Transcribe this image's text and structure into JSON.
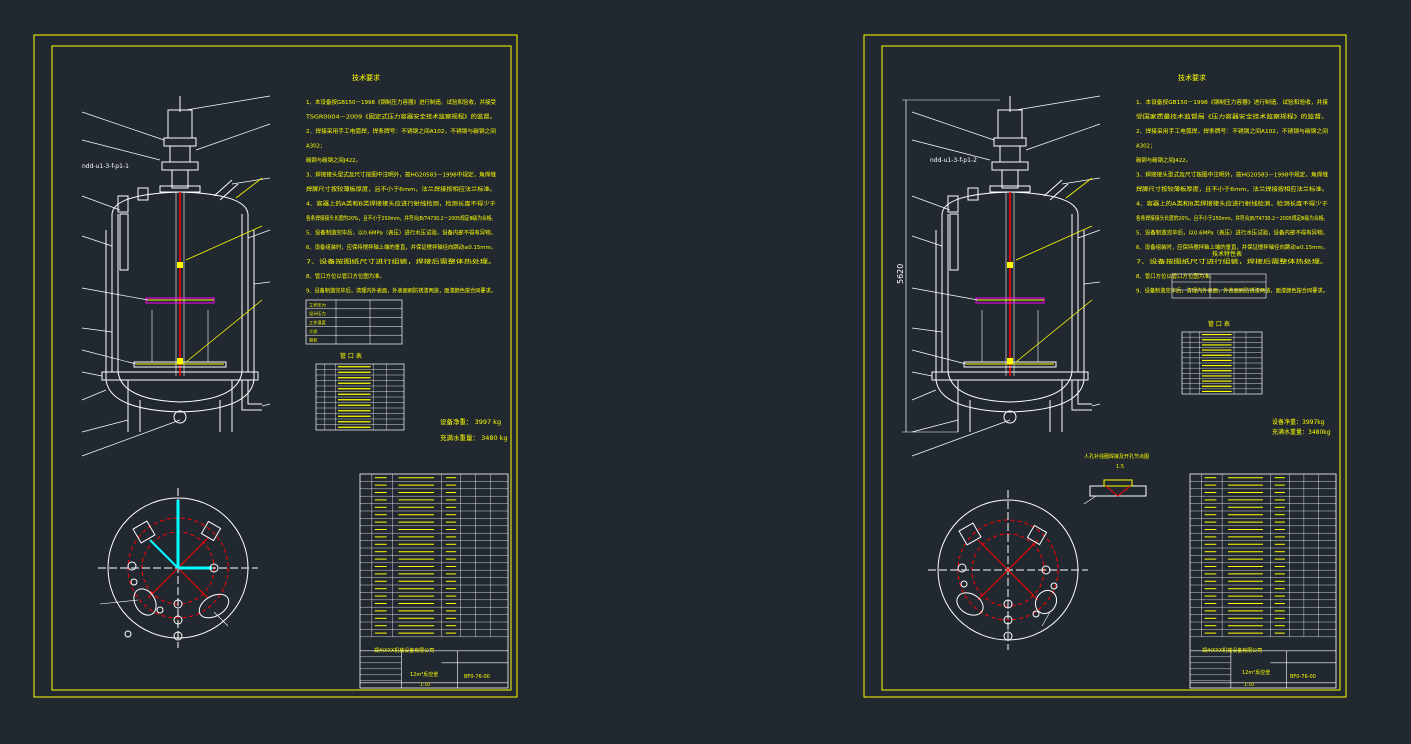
{
  "colors": {
    "background": "#212830",
    "frame": "#ffff00",
    "line": "#ffffff",
    "detail": "#ff0000",
    "accent": "#00ffff",
    "highlight": "#ff00ff"
  },
  "sheet_left": {
    "tech_title": "技术要求",
    "tech_lines": [
      "1、本设备按GB150－1998《钢制压力容器》进行制造、试验和验收，并接受",
      "TSGR0004－2009《固定式压力容器安全技术监察规程》的监督。",
      "2、焊接采用手工电弧焊，焊条牌号：不锈钢之间A102，不锈钢与碳钢之间",
      "A302；",
      "碳钢与碳钢之间J422。",
      "3、焊接接头型式及尺寸按图中注明外，按HG20583－1998中规定，角焊缝",
      "焊脚尺寸按较薄板厚度，且不小于6mm，法兰焊接按相应法兰标准。",
      "4、容器上的A类和B类焊接接头应进行射线检测，检测长度不得少于",
      "各条焊接接头长度的20%，且不小于250mm，并符合JB/T4730.2－2005规定Ⅲ级为合格。",
      "5、设备制造完毕后，以0.6MPa（表压）进行水压试验，设备内部不得有异物。",
      "6、设备组装时，应保持搅拌轴上端的垂直，并保证搅拌轴径向跳动≤0.15mm。",
      "7、设备按图纸尺寸进行组装，焊接后需整体热处理。",
      "8、管口方位以管口方位图为准。",
      "9、设备制造完毕后，清理内外表面，外表面刷防锈漆两道，面漆颜色按合同要求。"
    ],
    "param_table_rows": [
      "工作压力",
      "设计压力",
      "工作温度",
      "介质",
      "容积"
    ],
    "nozzle_table_title": "管 口 表",
    "equipment_weight": "设备净重：  3997 kg",
    "filled_weight": "充满水重量：  3480 kg",
    "detail_labels": [
      "ndd-u1-3-f-p1-1"
    ],
    "title_block": {
      "drawing_name": "12m³反应釜",
      "drawing_no": "BF0-76-00",
      "company": "郑州XXX机械设备有限公司",
      "scale": "1:10"
    }
  },
  "sheet_right": {
    "tech_title": "技术要求",
    "tech_lines": [
      "1、本设备按GB150－1998《钢制压力容器》进行制造、试验和验收，并接",
      "受国家质量技术监督局《压力容器安全技术监察规程》的监督。",
      "2、焊接采用手工电弧焊，焊条牌号：不锈钢之间A102，不锈钢与碳钢之间",
      "A302；",
      "碳钢与碳钢之间J422。",
      "3、焊接接头型式及尺寸按图中注明外，按HG20583－1998中规定，角焊缝",
      "焊脚尺寸按较薄板厚度，且不小于6mm，法兰焊接按相应法兰标准。",
      "4、容器上的A类和B类焊接接头应进行射线检测，检测长度不得少于",
      "各条焊接接头长度的20%，且不小于250mm，并符合JB/T4730.2－2005规定Ⅲ级为合格。",
      "5、设备制造完毕后，以0.6MPa（表压）进行水压试验，设备内部不得有异物。",
      "6、设备组装时，应保持搅拌轴上端的垂直，并保证搅拌轴径向跳动≤0.15mm。",
      "7、设备按图纸尺寸进行组装，焊接后需整体热处理。",
      "8、管口方位以管口方位图为准。",
      "9、设备制造完毕后，清理内外表面，外表面刷防锈漆两道，面漆颜色按合同要求。"
    ],
    "tech_characteristics_title": "技术特性表",
    "nozzle_table_title": "管 口 表",
    "height_dimension": "5620",
    "equipment_weight": "设备净重：3997kg",
    "filled_weight": "充满水重量：3480kg",
    "weld_detail_title": "人孔补强圈焊接及开孔节点图",
    "weld_detail_scale": "1:5",
    "detail_labels": [
      "ndd-u1-3-f-p1-2"
    ],
    "title_block": {
      "drawing_name": "12m³反应釜",
      "drawing_no": "BF0-76-00",
      "company": "郑州XXX机械设备有限公司",
      "scale": "1:10"
    }
  }
}
